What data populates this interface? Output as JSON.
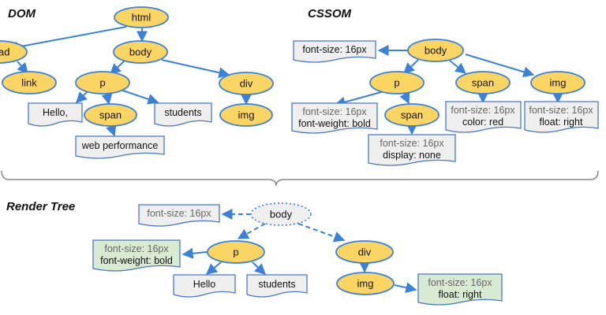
{
  "titles": {
    "dom": "DOM",
    "cssom": "CSSOM",
    "render": "Render Tree"
  },
  "colors": {
    "node_fill": "#fbd564",
    "node_stroke": "#3b82d6",
    "edge": "#3b82d6",
    "doc_fill": "#efefef",
    "doc_green": "#d9ead3",
    "doc_stroke": "#4a78c2"
  },
  "dom": {
    "html": "html",
    "head": "head",
    "body": "body",
    "link": "link",
    "p": "p",
    "div": "div",
    "span": "span",
    "img": "img",
    "hello": "Hello,",
    "students": "students",
    "web_performance": "web performance"
  },
  "cssom": {
    "body": "body",
    "p": "p",
    "span": "span",
    "img": "img",
    "span_child": "span",
    "body_style": "font-size: 16px",
    "p_style": [
      "font-size: 16px",
      "font-weight: bold"
    ],
    "span_style": [
      "font-size: 16px",
      "color: red"
    ],
    "img_style": [
      "font-size: 16px",
      "float: right"
    ],
    "span_child_style": [
      "font-size: 16px",
      "display: none"
    ]
  },
  "render": {
    "body": "body",
    "p": "p",
    "div": "div",
    "img": "img",
    "hello": "Hello",
    "students": "students",
    "body_style": "font-size: 16px",
    "p_style": [
      "font-size: 16px",
      "font-weight: bold"
    ],
    "img_style": [
      "font-size: 16px",
      "float: right"
    ]
  }
}
